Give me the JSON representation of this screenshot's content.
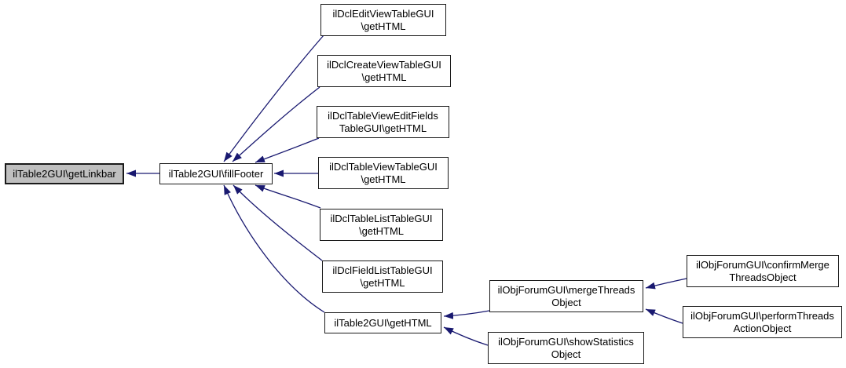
{
  "graph": {
    "type": "caller-graph",
    "colors": {
      "edge": "#191970",
      "node_border": "#1a1a1a",
      "node_fill": "#ffffff",
      "highlight_fill": "#bfbfbf",
      "background": "#ffffff"
    },
    "nodes": {
      "getLinkbar": {
        "label": "ilTable2GUI\\getLinkbar",
        "highlighted": true
      },
      "fillFooter": {
        "label": "ilTable2GUI\\fillFooter",
        "highlighted": false
      },
      "dclEditView": {
        "label": "ilDclEditViewTableGUI\n\\getHTML",
        "highlighted": false
      },
      "dclCreateView": {
        "label": "ilDclCreateViewTableGUI\n\\getHTML",
        "highlighted": false
      },
      "dclTableViewEditFields": {
        "label": "ilDclTableViewEditFields\nTableGUI\\getHTML",
        "highlighted": false
      },
      "dclTableView": {
        "label": "ilDclTableViewTableGUI\n\\getHTML",
        "highlighted": false
      },
      "dclTableList": {
        "label": "ilDclTableListTableGUI\n\\getHTML",
        "highlighted": false
      },
      "dclFieldList": {
        "label": "ilDclFieldListTableGUI\n\\getHTML",
        "highlighted": false
      },
      "tableGetHTML": {
        "label": "ilTable2GUI\\getHTML",
        "highlighted": false
      },
      "mergeThreads": {
        "label": "ilObjForumGUI\\mergeThreads\nObject",
        "highlighted": false
      },
      "showStatistics": {
        "label": "ilObjForumGUI\\showStatistics\nObject",
        "highlighted": false
      },
      "confirmMergeThreads": {
        "label": "ilObjForumGUI\\confirmMerge\nThreadsObject",
        "highlighted": false
      },
      "performThreadsAction": {
        "label": "ilObjForumGUI\\performThreads\nActionObject",
        "highlighted": false
      }
    },
    "edges": [
      {
        "from": "fillFooter",
        "to": "getLinkbar"
      },
      {
        "from": "dclEditView",
        "to": "fillFooter"
      },
      {
        "from": "dclCreateView",
        "to": "fillFooter"
      },
      {
        "from": "dclTableViewEditFields",
        "to": "fillFooter"
      },
      {
        "from": "dclTableView",
        "to": "fillFooter"
      },
      {
        "from": "dclTableList",
        "to": "fillFooter"
      },
      {
        "from": "dclFieldList",
        "to": "fillFooter"
      },
      {
        "from": "tableGetHTML",
        "to": "fillFooter"
      },
      {
        "from": "mergeThreads",
        "to": "tableGetHTML"
      },
      {
        "from": "showStatistics",
        "to": "tableGetHTML"
      },
      {
        "from": "confirmMergeThreads",
        "to": "mergeThreads"
      },
      {
        "from": "performThreadsAction",
        "to": "mergeThreads"
      }
    ]
  }
}
